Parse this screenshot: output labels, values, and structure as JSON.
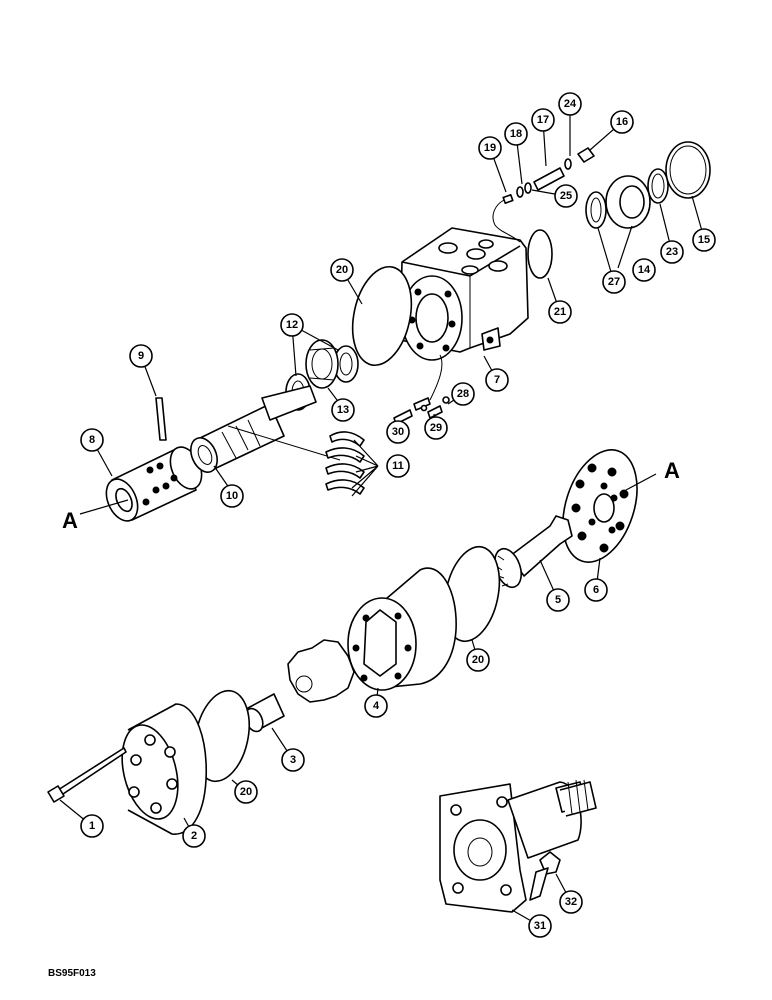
{
  "diagram": {
    "code": "BS95F013",
    "ref_letter_left": "A",
    "ref_letter_right": "A",
    "callouts": [
      {
        "n": "1"
      },
      {
        "n": "2"
      },
      {
        "n": "3"
      },
      {
        "n": "4"
      },
      {
        "n": "5"
      },
      {
        "n": "6"
      },
      {
        "n": "7"
      },
      {
        "n": "8"
      },
      {
        "n": "9"
      },
      {
        "n": "10"
      },
      {
        "n": "11"
      },
      {
        "n": "12"
      },
      {
        "n": "13"
      },
      {
        "n": "14"
      },
      {
        "n": "15"
      },
      {
        "n": "16"
      },
      {
        "n": "17"
      },
      {
        "n": "18"
      },
      {
        "n": "19"
      },
      {
        "n": "20"
      },
      {
        "n": "20"
      },
      {
        "n": "20"
      },
      {
        "n": "21"
      },
      {
        "n": "23"
      },
      {
        "n": "24"
      },
      {
        "n": "25"
      },
      {
        "n": "27"
      },
      {
        "n": "28"
      },
      {
        "n": "29"
      },
      {
        "n": "30"
      },
      {
        "n": "31"
      },
      {
        "n": "32"
      }
    ]
  }
}
